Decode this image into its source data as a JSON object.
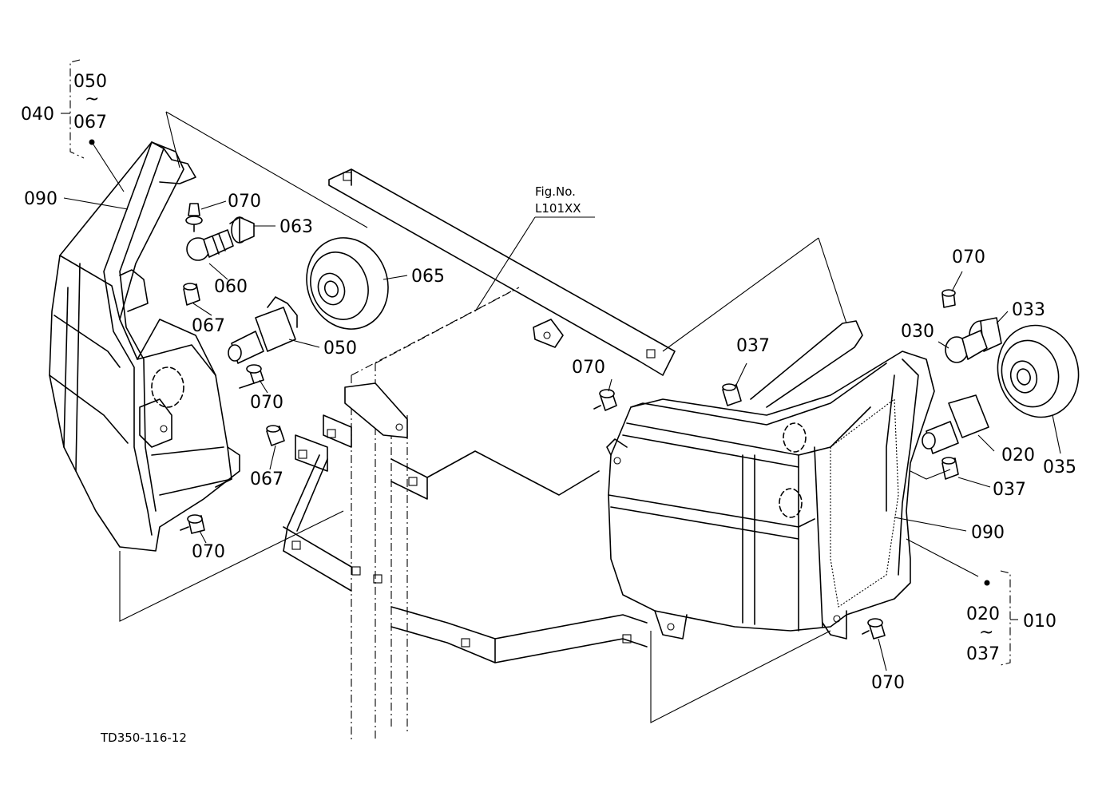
{
  "diagram": {
    "footer_code": "TD350-116-12",
    "reference": {
      "line1": "Fig.No.",
      "line2": "L101XX"
    },
    "left_group": {
      "parent": "040",
      "range_start": "050",
      "range_sep": "~",
      "range_end": "067"
    },
    "right_group": {
      "parent": "010",
      "range_start": "020",
      "range_sep": "~",
      "range_end": "037"
    },
    "callouts": {
      "l090": "090",
      "l070_top": "070",
      "l063": "063",
      "l060": "060",
      "l065": "065",
      "l067_top": "067",
      "l050": "050",
      "l070_mid": "070",
      "l067_bot": "067",
      "l070_bot": "070",
      "r070_top": "070",
      "r033": "033",
      "r030": "030",
      "r037_top": "037",
      "r070_left": "070",
      "r020": "020",
      "r035": "035",
      "r037_bot": "037",
      "r090": "090",
      "r070_bot": "070"
    }
  }
}
